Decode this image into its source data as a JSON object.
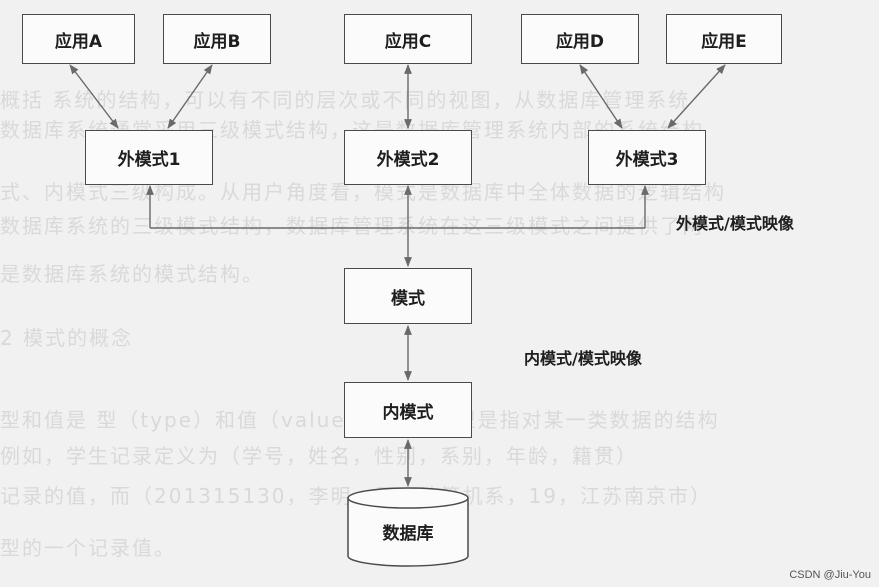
{
  "apps": [
    "应用A",
    "应用B",
    "应用C",
    "应用D",
    "应用E"
  ],
  "external_schemas": [
    "外模式1",
    "外模式2",
    "外模式3"
  ],
  "schema": "模式",
  "internal_schema": "内模式",
  "database": "数据库",
  "mapping_labels": {
    "external_schema_mapping": "外模式/模式映像",
    "internal_schema_mapping": "内模式/模式映像"
  },
  "watermark": "CSDN @Jiu-You"
}
